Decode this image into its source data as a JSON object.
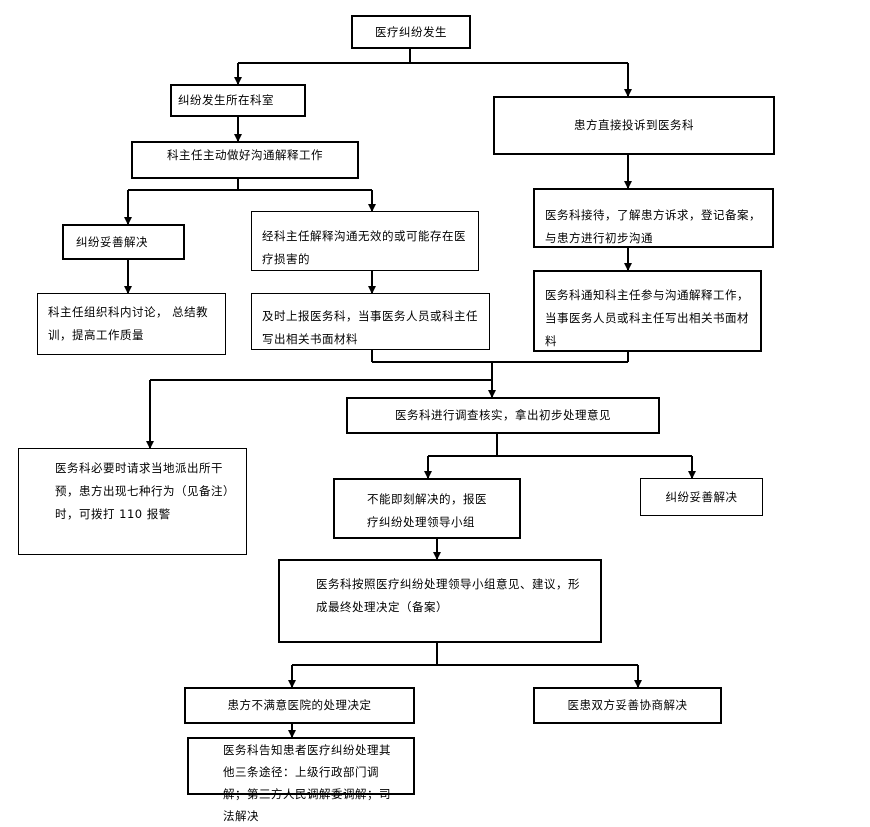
{
  "nodes": {
    "start": "医疗纠纷发生",
    "dept": "纠纷发生所在科室",
    "direct_complaint": "患方直接投诉到医务科",
    "director_explain": "科主任主动做好沟通解释工作",
    "reception": "医务科接待，了解患方诉求，登记备案，与患方进行初步沟通",
    "resolved_dept": "纠纷妥善解决",
    "ineffective": "经科主任解释沟通无效的或可能存在医疗损害的",
    "notify_director": "医务科通知科主任参与沟通解释工作，当事医务人员或科主任写出相关书面材料",
    "summarize": "科主任组织科内讨论， 总结教训，提高工作质量",
    "report": "及时上报医务科，当事医务人员或科主任写出相关书面材料",
    "investigate": "医务科进行调查核实，拿出初步处理意见",
    "police": "医务科必要时请求当地派出所干预，患方出现七种行为（见备注） 时，可拨打 110 报警",
    "escalate": "不能即刻解决的，报医疗纠纷处理领导小组",
    "resolved_office": "纠纷妥善解决",
    "final_decision": "医务科按照医疗纠纷处理领导小组意见、建议，形成最终处理决定（备案）",
    "dissatisfied": "患方不满意医院的处理决定",
    "negotiated": "医患双方妥善协商解决",
    "other_ways": "医务科告知患者医疗纠纷处理其他三条途径：上级行政部门调解；第三方人民调解委调解；司法解决"
  }
}
